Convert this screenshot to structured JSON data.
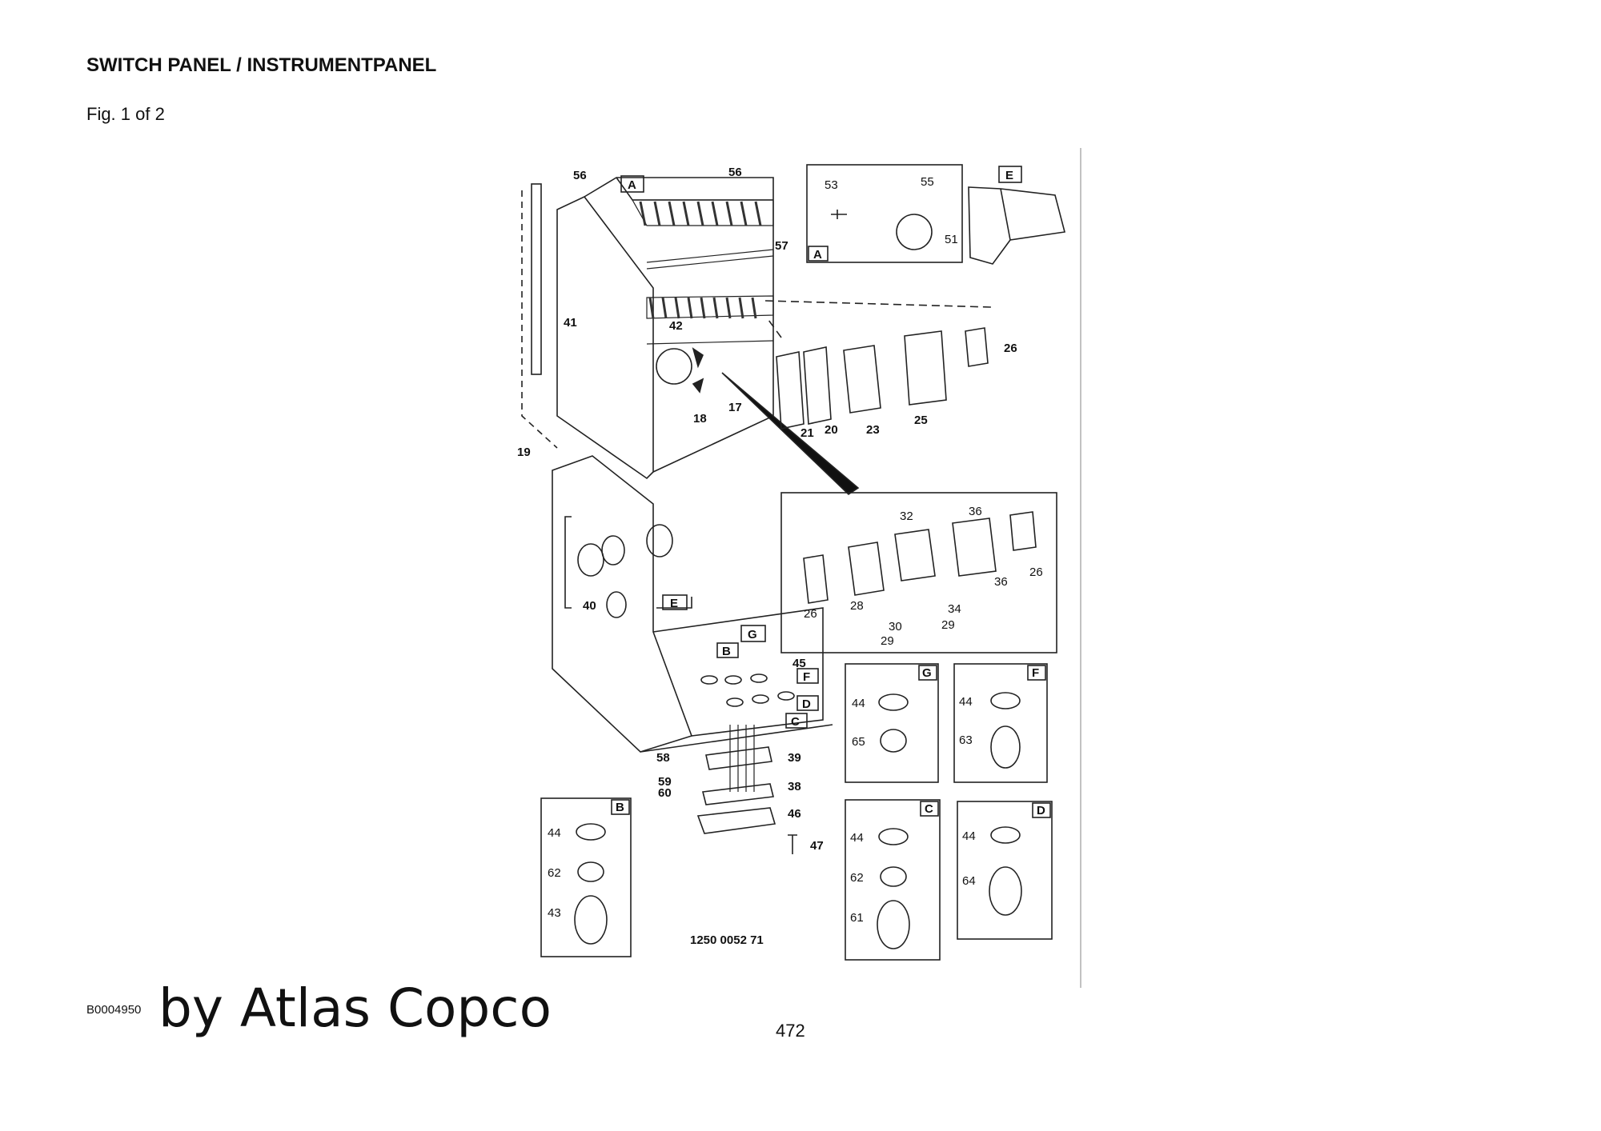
{
  "header": {
    "title": "SWITCH PANEL / INSTRUMENTPANEL",
    "figure": "Fig. 1 of 2"
  },
  "footer": {
    "doc_id": "B0004950",
    "brand": "by Atlas Copco",
    "page_number": "472"
  },
  "diagram": {
    "drawing_number": "1250 0052 71",
    "main_labels": [
      "56",
      "56",
      "57",
      "41",
      "42",
      "18",
      "17",
      "19",
      "21",
      "20",
      "23",
      "25",
      "26",
      "40",
      "45",
      "58",
      "59",
      "60",
      "39",
      "38",
      "46",
      "47"
    ],
    "view_letters": [
      "A",
      "E",
      "G",
      "B",
      "F",
      "D",
      "C"
    ],
    "detail_a": {
      "letter": "A",
      "labels": [
        "53",
        "55",
        "51"
      ]
    },
    "detail_e": {
      "letter": "E"
    },
    "switch_detail": {
      "labels": [
        "32",
        "36",
        "26",
        "36",
        "26",
        "28",
        "34",
        "30",
        "29",
        "29"
      ]
    },
    "detail_g": {
      "letter": "G",
      "labels": [
        "44",
        "65"
      ]
    },
    "detail_f": {
      "letter": "F",
      "labels": [
        "44",
        "63"
      ]
    },
    "detail_b": {
      "letter": "B",
      "labels": [
        "44",
        "62",
        "43"
      ]
    },
    "detail_c": {
      "letter": "C",
      "labels": [
        "44",
        "62",
        "61"
      ]
    },
    "detail_d": {
      "letter": "D",
      "labels": [
        "44",
        "64"
      ]
    }
  }
}
